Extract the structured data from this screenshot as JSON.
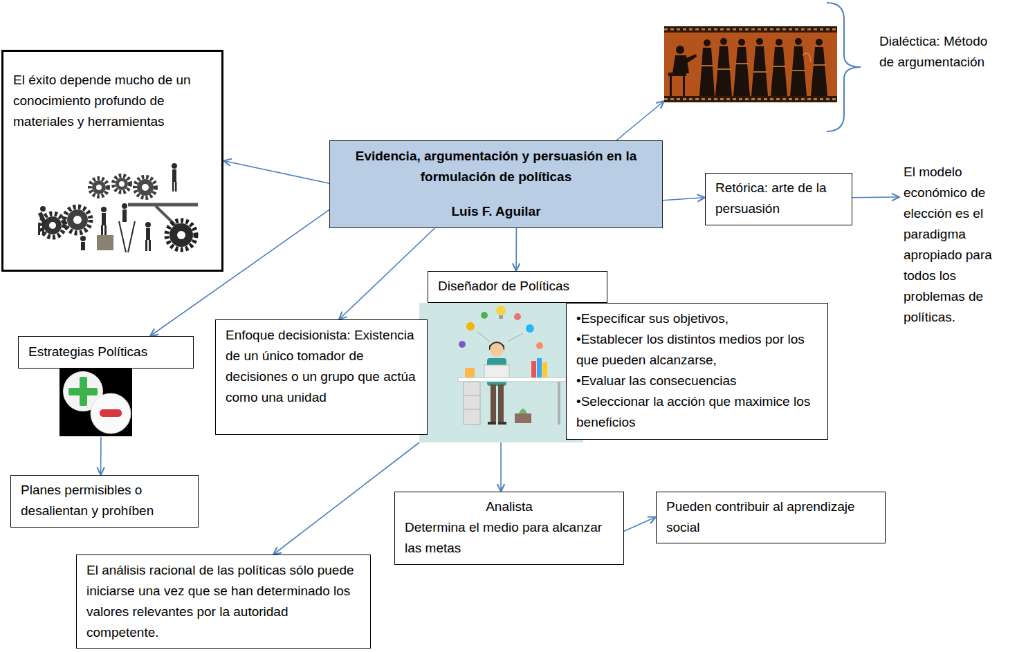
{
  "diagram": {
    "nodes": [
      {
        "text": [
          "Evidencia, argumentación y persuasión en la formulación de políticas",
          "Luis F. Aguilar"
        ]
      },
      {
        "text": [
          "El éxito depende mucho de un conocimiento profundo de materiales y herramientas"
        ]
      },
      {
        "text": [
          "Dialéctica: Método de argumentación"
        ]
      },
      {
        "text": [
          "Retórica: arte de la persuasión"
        ]
      },
      {
        "text": [
          "El modelo económico de elección es el paradigma apropiado para todos los problemas de políticas."
        ]
      },
      {
        "text": [
          "Diseñador de Políticas"
        ]
      },
      {
        "text": [
          "•Especificar sus objetivos,",
          "•Establecer los distintos medios por los que pueden alcanzarse,",
          "•Evaluar las consecuencias",
          "•Seleccionar la acción que maximice los beneficios"
        ]
      },
      {
        "text": [
          "Enfoque decisionista: Existencia de un único tomador de decisiones o un grupo que actúa como una unidad"
        ]
      },
      {
        "text": [
          "Estrategias Políticas"
        ]
      },
      {
        "text": [
          "Planes permisibles o desalientan y prohíben"
        ]
      },
      {
        "text": [
          "Analista",
          "Determina el medio para alcanzar las metas"
        ]
      },
      {
        "text": [
          "Pueden contribuir al aprendizaje social"
        ]
      },
      {
        "text": [
          "El análisis racional de las políticas sólo puede iniciarse una vez que se han determinado los valores relevantes por la autoridad competente."
        ]
      }
    ],
    "edges": [
      {
        "from": 0,
        "to": 1,
        "arrow": "to"
      },
      {
        "from": 0,
        "to": 2,
        "arrow": "to"
      },
      {
        "from": 0,
        "to": 3,
        "arrow": "to"
      },
      {
        "from": 3,
        "to": 4,
        "arrow": "to"
      },
      {
        "from": 0,
        "to": 5,
        "arrow": "to"
      },
      {
        "from": 0,
        "to": 7,
        "arrow": "to"
      },
      {
        "from": 0,
        "to": 8,
        "arrow": "to"
      },
      {
        "from": 5,
        "to": 10,
        "arrow": "to"
      },
      {
        "from": 5,
        "to": 12,
        "arrow": "to"
      },
      {
        "from": 8,
        "to": 9,
        "arrow": "to"
      },
      {
        "from": 10,
        "to": 11,
        "arrow": "to"
      }
    ]
  }
}
